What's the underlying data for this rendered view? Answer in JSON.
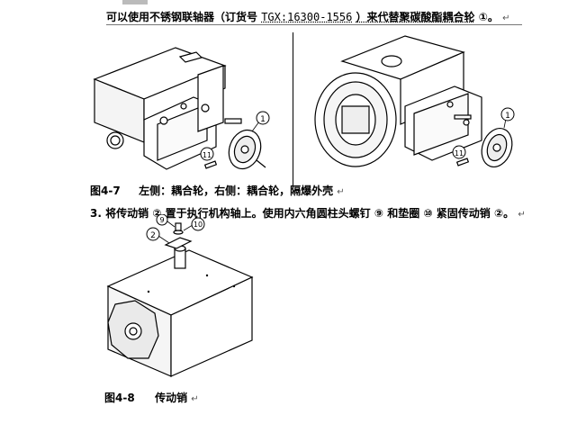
{
  "line1": {
    "text_a": "可以使用不锈钢联轴器（订货号",
    "code": "TGX:16300-1556",
    "text_b": "）来代替聚碳酸酯耦合轮",
    "ref": "①",
    "tail": "。",
    "return_mark": "↵"
  },
  "figure1": {
    "callout_1": "1",
    "callout_11": "11",
    "callout_right_1": "1",
    "callout_right_11": "11",
    "caption_num": "图4-7",
    "caption_text": "左侧：耦合轮，右侧：耦合轮，隔爆外壳",
    "return_mark": "↵"
  },
  "step3": {
    "num": "3.",
    "text_a": "将传动销",
    "ref_2": "②",
    "text_b": "置于执行机构轴上。使用内六角圆柱头螺钉",
    "ref_9": "⑨",
    "text_c": "和垫圈",
    "ref_10": "⑩",
    "text_d": "紧固传动销",
    "ref_2b": "②",
    "tail": "。",
    "return_mark": "↵"
  },
  "figure2": {
    "callout_2": "2",
    "callout_9": "9",
    "callout_10": "10",
    "caption_num": "图4-8",
    "caption_text": "传动销",
    "return_mark": "↵"
  }
}
